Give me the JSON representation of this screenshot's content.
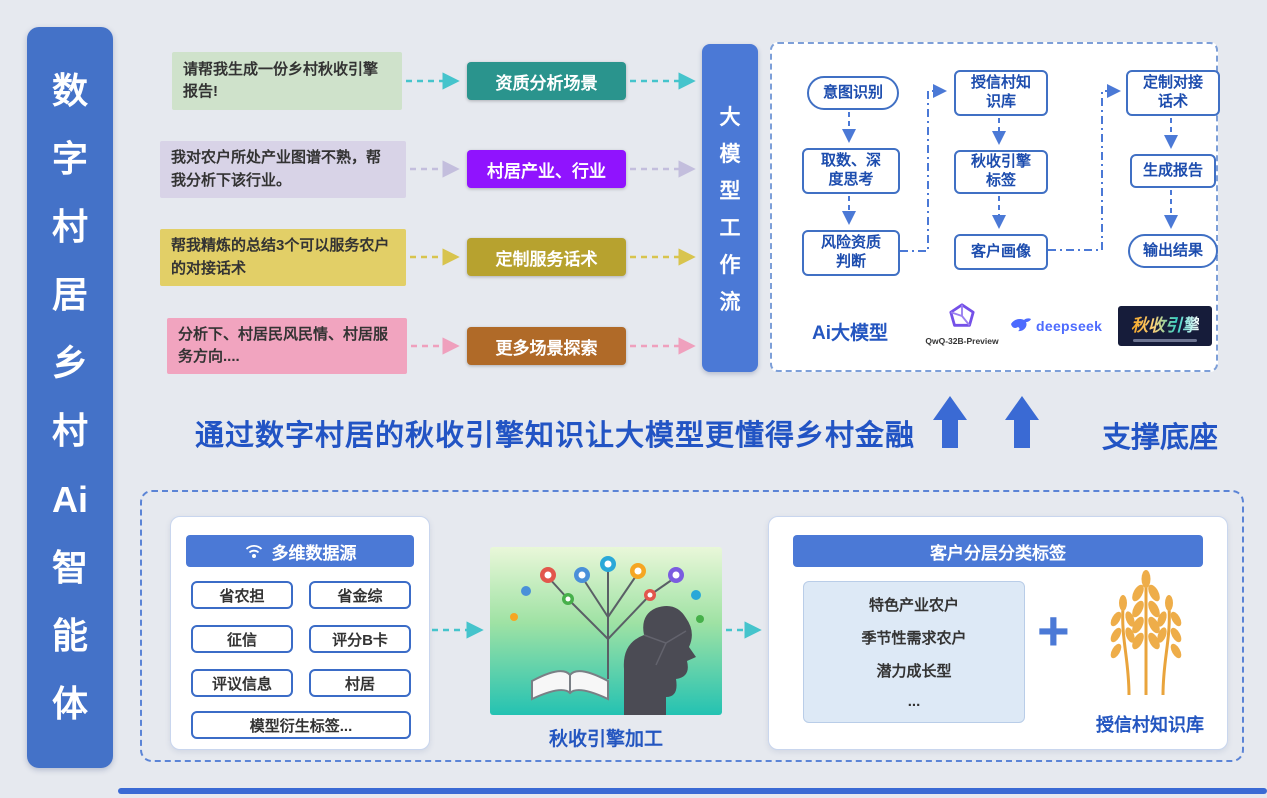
{
  "sidebar": {
    "lines": [
      "数",
      "字",
      "村",
      "居",
      "乡",
      "村",
      "Ai",
      "智",
      "能",
      "体"
    ]
  },
  "prompts": [
    {
      "text": "请帮我生成一份乡村秋收引擎报告!"
    },
    {
      "text": "我对农户所处产业图谱不熟，帮我分析下该行业。"
    },
    {
      "text": "帮我精炼的总结3个可以服务农户的对接话术"
    },
    {
      "text": "分析下、村居民风民情、村居服务方向...."
    }
  ],
  "scenarios": [
    {
      "label": "资质分析场景"
    },
    {
      "label": "村居产业、行业"
    },
    {
      "label": "定制服务话术"
    },
    {
      "label": "更多场景探索"
    }
  ],
  "workflow": {
    "bar_lines": [
      "大",
      "模",
      "型",
      "工",
      "作",
      "流"
    ],
    "nodes": {
      "intent": "意图识别",
      "fetch": "取数、深度思考",
      "risk": "风险资质判断",
      "village_kb": "授信村知识库",
      "harvest_tags": "秋收引擎标签",
      "profile": "客户画像",
      "script": "定制对接话术",
      "report": "生成报告",
      "output": "输出结果"
    },
    "models": {
      "label": "Ai大模型",
      "qwq": "QwQ-32B-Preview",
      "deepseek": "deepseek",
      "badge": "秋收引擎"
    }
  },
  "middle": {
    "headline": "通过数字村居的秋收引擎知识让大模型更懂得乡村金融",
    "support": "支撑底座"
  },
  "bottom": {
    "data_sources": {
      "header": "多维数据源",
      "items": [
        "省农担",
        "省金综",
        "征信",
        "评分B卡",
        "评议信息",
        "村居",
        "模型衍生标签..."
      ]
    },
    "processing_caption": "秋收引擎加工",
    "tags": {
      "header": "客户分层分类标签",
      "items": [
        "特色产业农户",
        "季节性需求农户",
        "潜力成长型",
        "..."
      ]
    },
    "plus": "+",
    "kb_caption": "授信村知识库"
  },
  "colors": {
    "accent_blue": "#4472c8",
    "workflow_blue": "#4b79d6",
    "teal_scenario": "#2a948d",
    "purple_scenario": "#9013fe",
    "olive_scenario": "#b7a22f",
    "brown_scenario": "#b06a28",
    "headline_blue": "#2254c4",
    "deepseek_blue": "#4d6bfe",
    "wheat_orange": "#e9a43c"
  }
}
